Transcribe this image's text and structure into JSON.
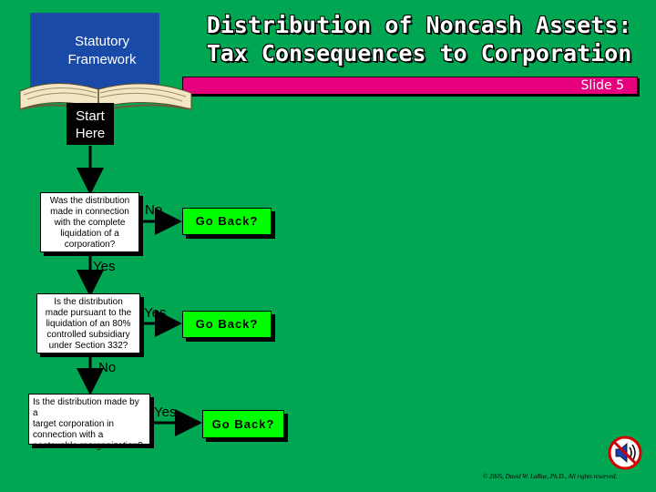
{
  "slide": {
    "title_line1": "Distribution of Noncash Assets:",
    "title_line2": "Tax Consequences to Corporation",
    "slide_number": "Slide 5"
  },
  "book": {
    "label_line1": "Statutory",
    "label_line2": "Framework"
  },
  "start": {
    "line1": "Start",
    "line2": "Here"
  },
  "questions": [
    {
      "lines": [
        "Was the distribution",
        "made in connection",
        "with the complete",
        "liquidation of a",
        "corporation?"
      ],
      "right_label": "No",
      "down_label": "Yes",
      "go_back": "Go Back?"
    },
    {
      "lines": [
        "Is the distribution",
        "made pursuant to the",
        "liquidation of an 80%",
        "controlled subsidiary",
        "under Section 332?"
      ],
      "right_label": "Yes",
      "down_label": "No",
      "go_back": "Go Back?"
    },
    {
      "lines": [
        "Is the distribution made by a",
        "target corporation in",
        "connection with a",
        "nontaxable reorganization?"
      ],
      "right_label": "Yes",
      "go_back": "Go Back?"
    }
  ],
  "footer": {
    "copyright": "© 2005, David W. LaRue, Ph.D., All rights reserved."
  },
  "colors": {
    "background": "#00a651",
    "slide_bar": "#e6007e",
    "button": "#00ff00",
    "start_box": "#000000"
  },
  "icons": [
    "open-book-icon",
    "sound-off-icon"
  ]
}
